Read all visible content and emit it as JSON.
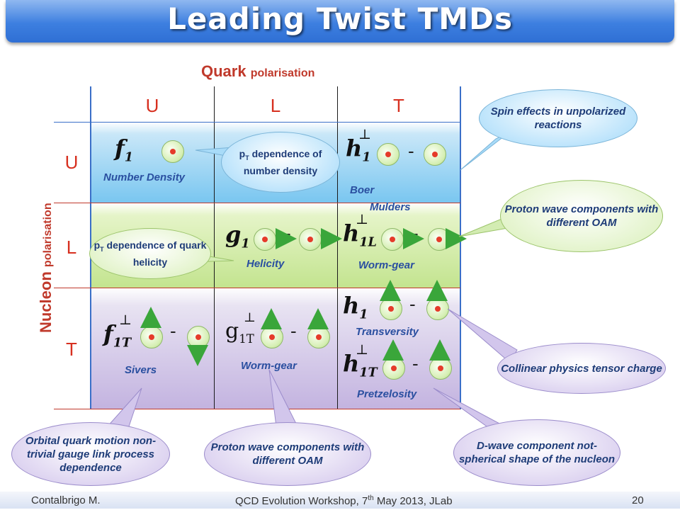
{
  "title": "Leading Twist TMDs",
  "axes": {
    "quark_big": "Quark",
    "quark_small": "polarisation",
    "nucleon_big": "Nucleon",
    "nucleon_small": "polarisation"
  },
  "col_headers": [
    "U",
    "L",
    "T"
  ],
  "row_headers": [
    "U",
    "L",
    "T"
  ],
  "functions": {
    "f1": {
      "sym": "f",
      "sub": "1",
      "label": "Number Density"
    },
    "h1perp": {
      "sym": "h",
      "sub": "1",
      "label_line1": "Boer",
      "label_line2": "Mulders"
    },
    "g1": {
      "sym": "g",
      "sub": "1",
      "label": "Helicity"
    },
    "h1L": {
      "sym": "h",
      "sub": "1L",
      "label": "Worm-gear"
    },
    "f1T": {
      "sym": "f",
      "sub": "1T",
      "label": "Sivers"
    },
    "g1T": {
      "sym": "g",
      "sub": "1T",
      "label": "Worm-gear"
    },
    "h1": {
      "sym": "h",
      "sub": "1",
      "label": "Transversity"
    },
    "h1Tperp": {
      "sym": "h",
      "sub": "1T",
      "label": "Pretzelosity"
    }
  },
  "perp_symbol": "⊥",
  "minus": "-",
  "callouts": {
    "spin_effects": "Spin effects in unpolarized reactions",
    "pt_number": "p_T dependence of number density",
    "proton_wave_right": "Proton wave components with different OAM",
    "pt_helicity": "p_T dependence of quark helicity",
    "collinear": "Collinear physics tensor charge",
    "orbital": "Orbital quark motion non-trivial gauge link process dependence",
    "proton_wave_bottom": "Proton wave components with different OAM",
    "dwave": "D-wave component not-spherical shape of the nucleon"
  },
  "callout_parts": {
    "pt_p": "p",
    "pt_T": "T",
    "pt_number_rest": " dependence of number density",
    "pt_helicity_rest": " dependence of quark helicity"
  },
  "footer": {
    "author": "Contalbrigo M.",
    "event_pre": "QCD Evolution Workshop, 7",
    "event_sup": "th",
    "event_post": " May 2013, JLab",
    "page": "20"
  },
  "colors": {
    "row_u": "#79c6f0",
    "row_l": "#c3e48f",
    "row_t": "#c3b3e0",
    "accent_red": "#d73020",
    "callout_text": "#1e3c78"
  }
}
